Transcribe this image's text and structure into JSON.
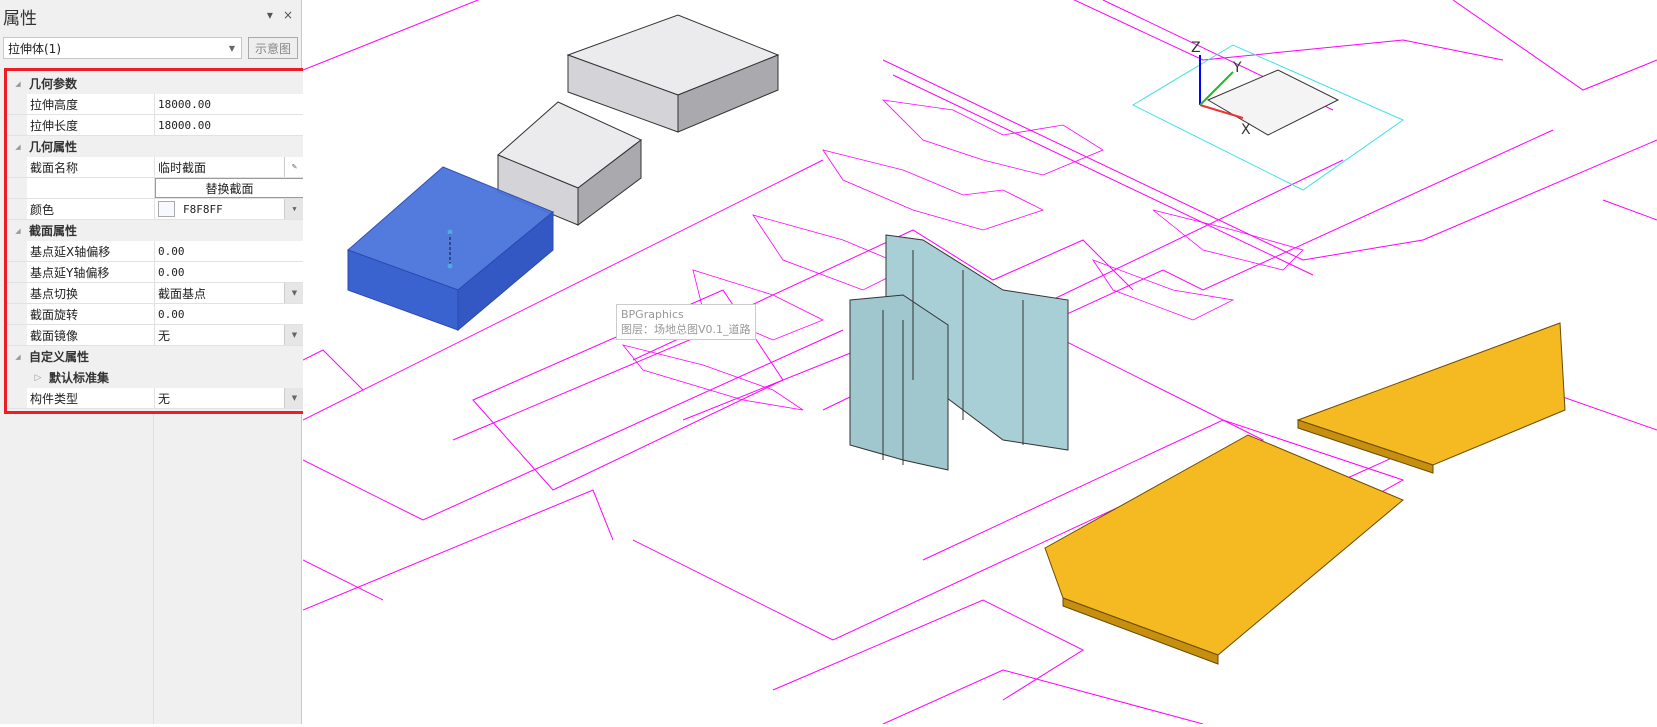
{
  "panel": {
    "title": "属性",
    "pin": "▾",
    "close": "×",
    "object_select": "拉伸体(1)",
    "preview_button": "示意图"
  },
  "categories": [
    {
      "label": "几何参数",
      "rows": [
        {
          "key": "拉伸高度",
          "value": "18000.00"
        },
        {
          "key": "拉伸长度",
          "value": "18000.00"
        }
      ]
    },
    {
      "label": "几何属性",
      "rows": [
        {
          "key": "截面名称",
          "value": "临时截面"
        },
        {
          "key": "",
          "value": "替换截面"
        },
        {
          "key": "颜色",
          "value": "F8F8FF"
        }
      ]
    },
    {
      "label": "截面属性",
      "rows": [
        {
          "key": "基点延X轴偏移",
          "value": "0.00"
        },
        {
          "key": "基点延Y轴偏移",
          "value": "0.00"
        },
        {
          "key": "基点切换",
          "value": "截面基点"
        },
        {
          "key": "截面旋转",
          "value": "0.00"
        },
        {
          "key": "截面镜像",
          "value": "无"
        }
      ]
    },
    {
      "label": "自定义属性",
      "sub": "默认标准集",
      "rows": [
        {
          "key": "构件类型",
          "value": "无"
        }
      ]
    }
  ],
  "viewport": {
    "tooltip_title": "BPGraphics",
    "tooltip_layer": "图层：场地总图V0.1_道路",
    "axis_z": "Z",
    "axis_y": "Y",
    "axis_x": "X"
  },
  "colors": {
    "road": "#ff00ff",
    "selected": "#3a66d8",
    "building": "#a8d0d6",
    "plot": "#f5b921",
    "highlight": "#ee1c25"
  }
}
